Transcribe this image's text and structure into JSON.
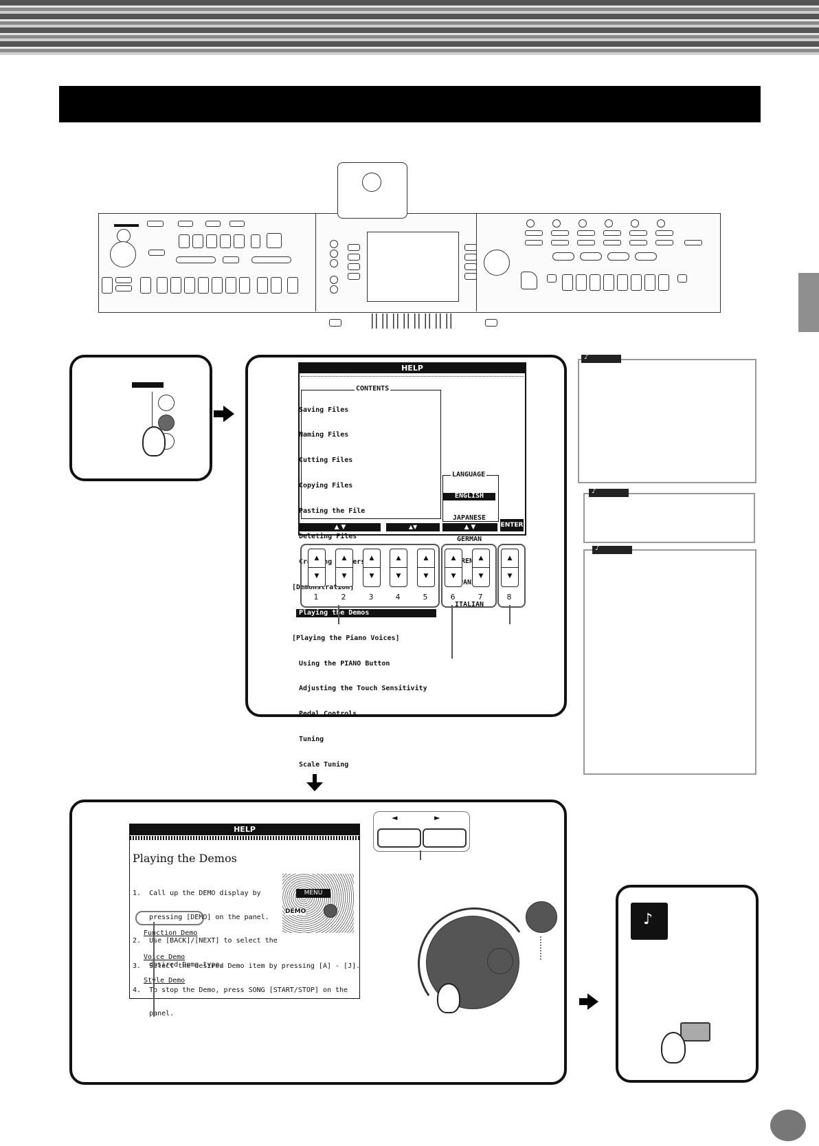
{
  "help_screen_1": {
    "header": "HELP",
    "contents_title": "CONTENTS",
    "items": [
      "Saving Files",
      "Naming Files",
      "Cutting Files",
      "Copying Files",
      "Pasting the File",
      "Deleting Files",
      "Creating Folders",
      "[Demonstration]",
      "Playing the Demos",
      "[Playing the Piano Voices]",
      "Using the PIANO Button",
      "Adjusting the Touch Sensitivity",
      "Pedal Controls",
      "Tuning",
      "Scale Tuning"
    ],
    "selected_item": "Playing the Demos",
    "language_title": "LANGUAGE",
    "languages": [
      "ENGLISH",
      "JAPANESE",
      "GERMAN",
      "FRENCH",
      "SPANISH",
      "ITALIAN"
    ],
    "selected_language": "ENGLISH",
    "enter_label": "ENTER",
    "button_numbers": [
      "1",
      "2",
      "3",
      "4",
      "5",
      "6",
      "7",
      "8"
    ]
  },
  "help_screen_2": {
    "header": "HELP",
    "title": "Playing the Demos",
    "step1a": "1.  Call up the DEMO display by",
    "step1b": "    pressing [DEMO] on the panel.",
    "step2a": "2.  Use [BACK]/[NEXT] to select the",
    "step2b": "    desired Demo type.",
    "links": [
      "Function Demo",
      "Voice Demo",
      "Style Demo"
    ],
    "step3": "3.  Select the desired Demo item by pressing [A] - [J].",
    "step4a": "4.  To stop the Demo, press SONG [START/STOP] on the",
    "step4b": "    panel.",
    "inset_menu": "MENU",
    "inset_demo": "DEMO"
  },
  "page_arrows": {
    "left": "◄",
    "right": "►"
  }
}
